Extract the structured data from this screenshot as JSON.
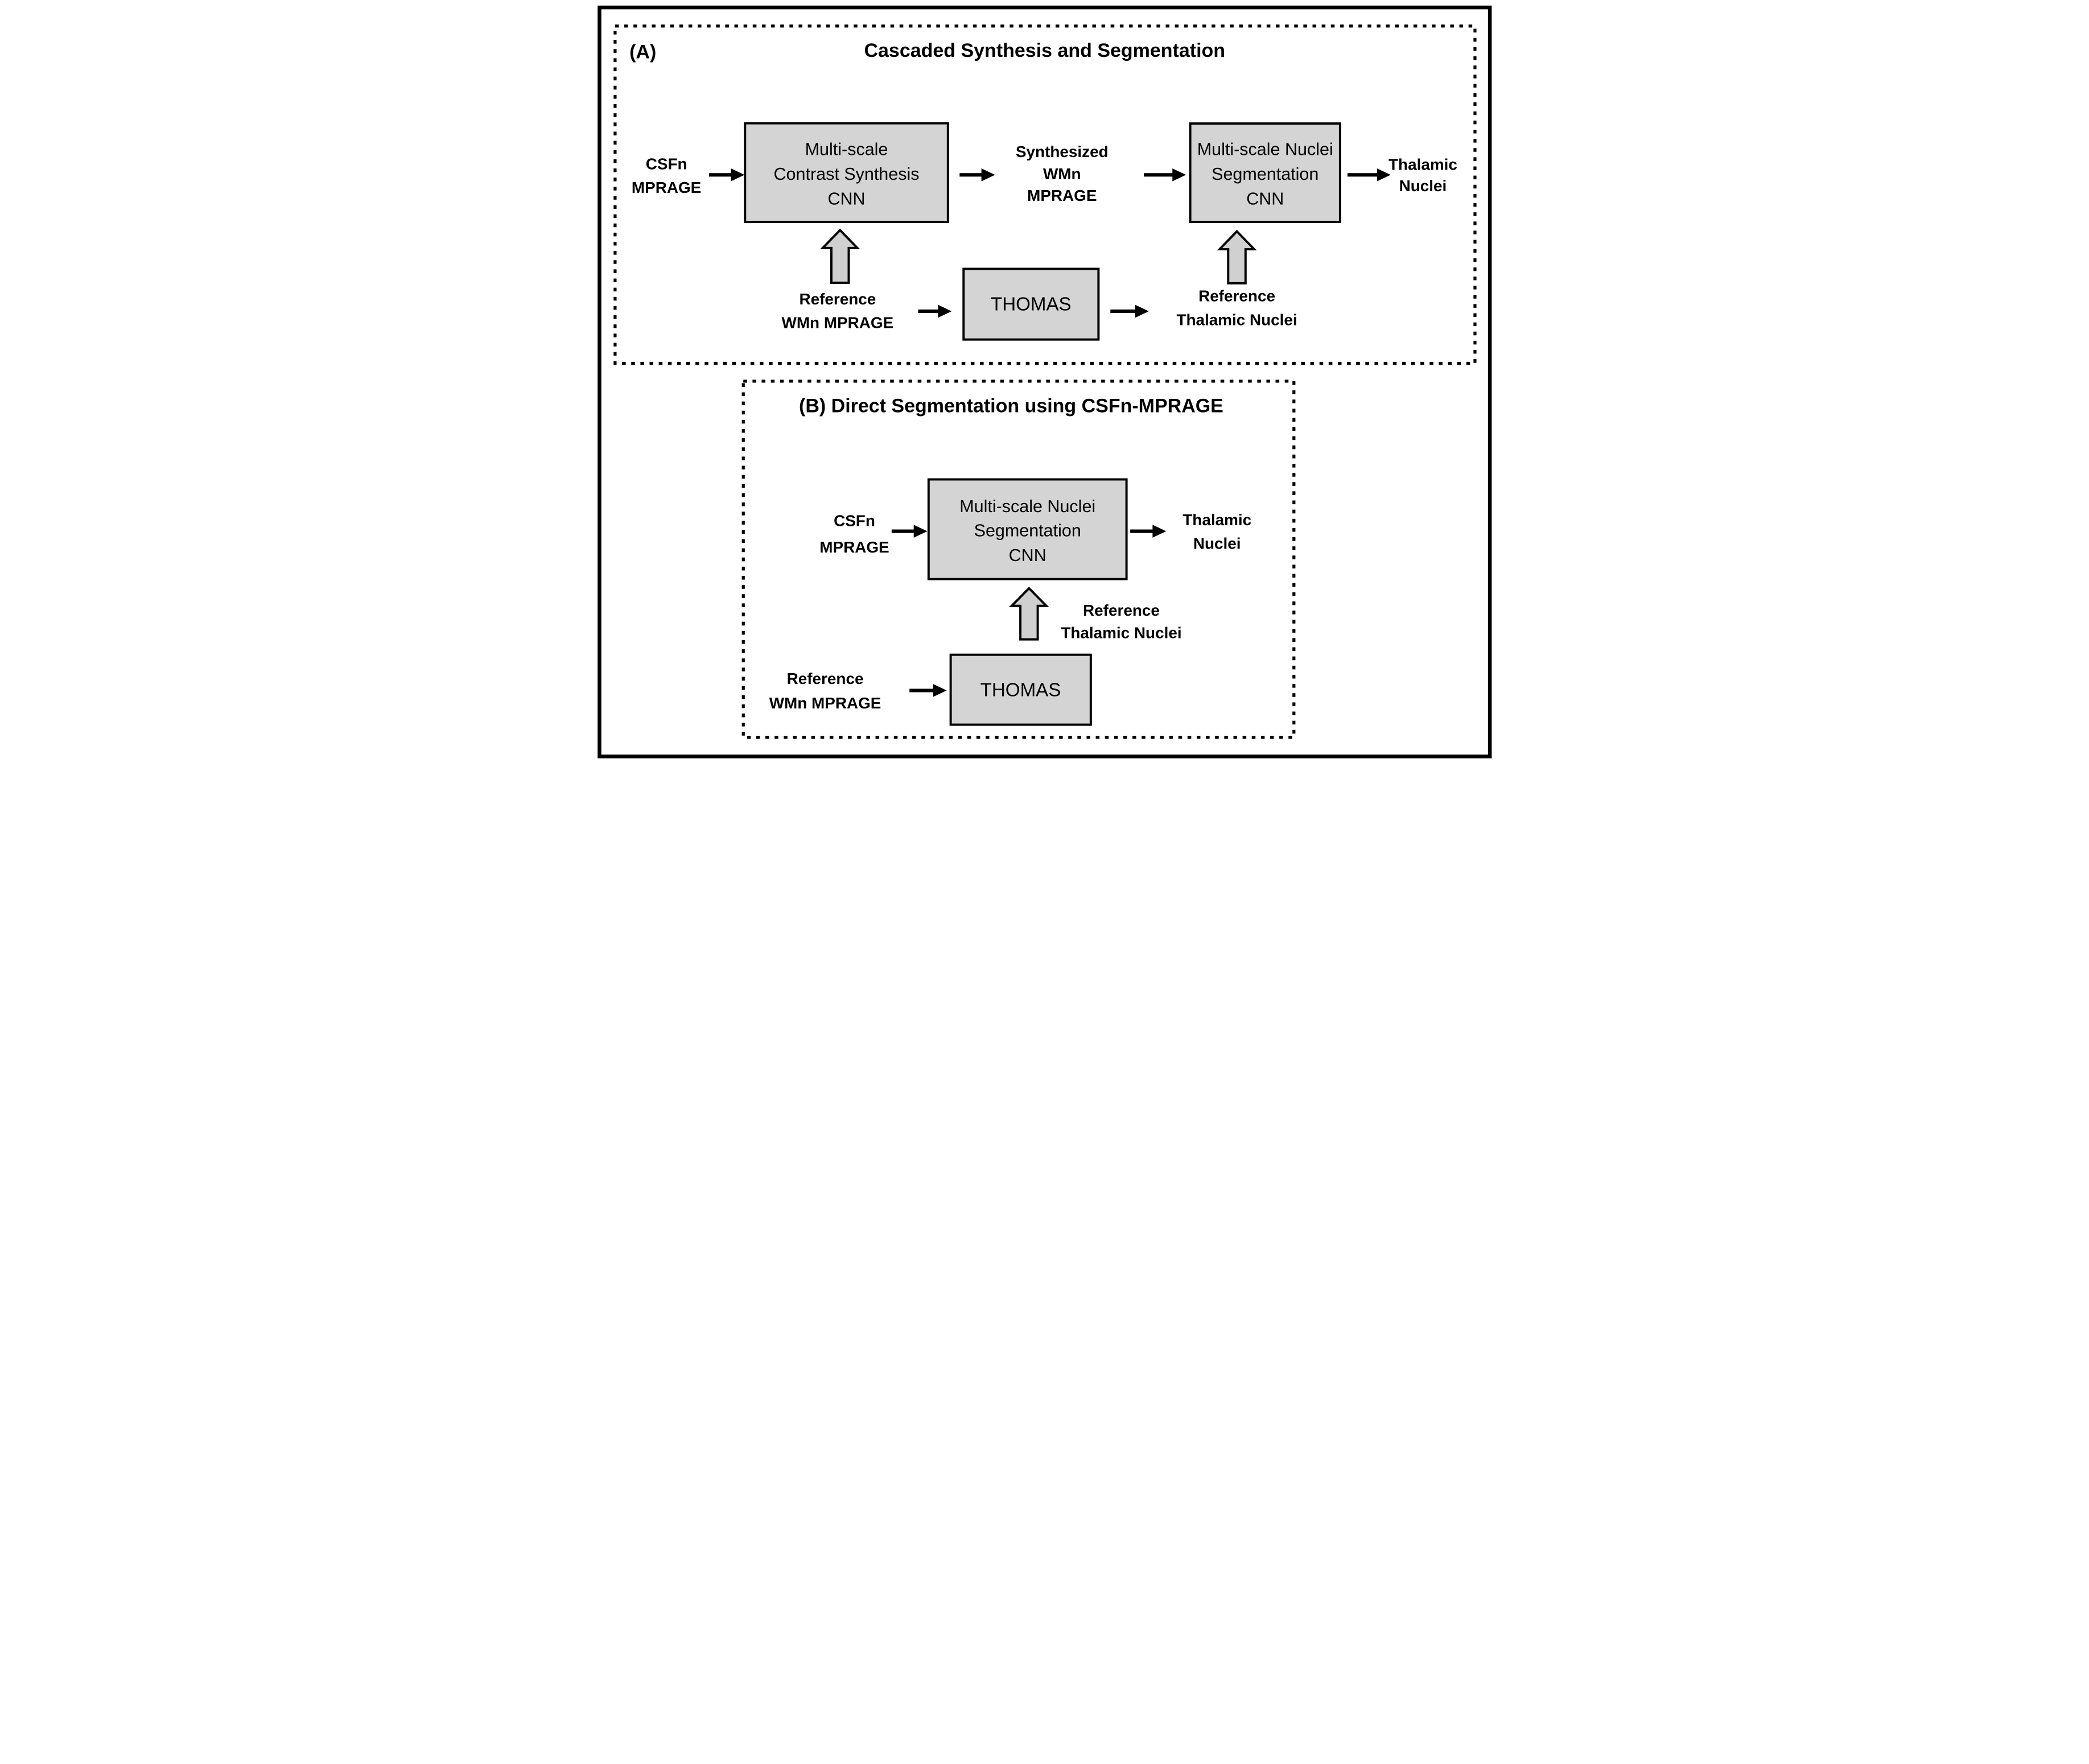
{
  "colors": {
    "background": "#FFFFFF",
    "box_fill": "#D4D4D4",
    "up_arrow_fill": "#D0D0D0",
    "line_color": "#000000"
  },
  "panel_a": {
    "tag": "(A)",
    "title": "Cascaded Synthesis and Segmentation",
    "csfn_input": {
      "line1": "CSFn",
      "line2": "MPRAGE"
    },
    "synthesis_cnn_box": {
      "line1": "Multi-scale",
      "line2": "Contrast Synthesis",
      "line3": "CNN"
    },
    "synthesized_wmn": {
      "line1": "Synthesized",
      "line2": "WMn",
      "line3": "MPRAGE"
    },
    "segmentation_cnn_box": {
      "line1": "Multi-scale Nuclei",
      "line2": "Segmentation",
      "line3": "CNN"
    },
    "thalamic_output": {
      "line1": "Thalamic",
      "line2": "Nuclei"
    },
    "reference_wmn_input": {
      "line1": "Reference",
      "line2": "WMn MPRAGE"
    },
    "thomas_box": "THOMAS",
    "reference_thalamic": {
      "line1": "Reference",
      "line2": "Thalamic Nuclei"
    }
  },
  "panel_b": {
    "title": "(B)  Direct Segmentation using CSFn-MPRAGE",
    "csfn_input": {
      "line1": "CSFn",
      "line2": "MPRAGE"
    },
    "segmentation_cnn_box": {
      "line1": "Multi-scale Nuclei",
      "line2": "Segmentation",
      "line3": "CNN"
    },
    "thalamic_output": {
      "line1": "Thalamic",
      "line2": "Nuclei"
    },
    "reference_thalamic": {
      "line1": "Reference",
      "line2": "Thalamic Nuclei"
    },
    "reference_wmn_input": {
      "line1": "Reference",
      "line2": "WMn MPRAGE"
    },
    "thomas_box": "THOMAS"
  }
}
